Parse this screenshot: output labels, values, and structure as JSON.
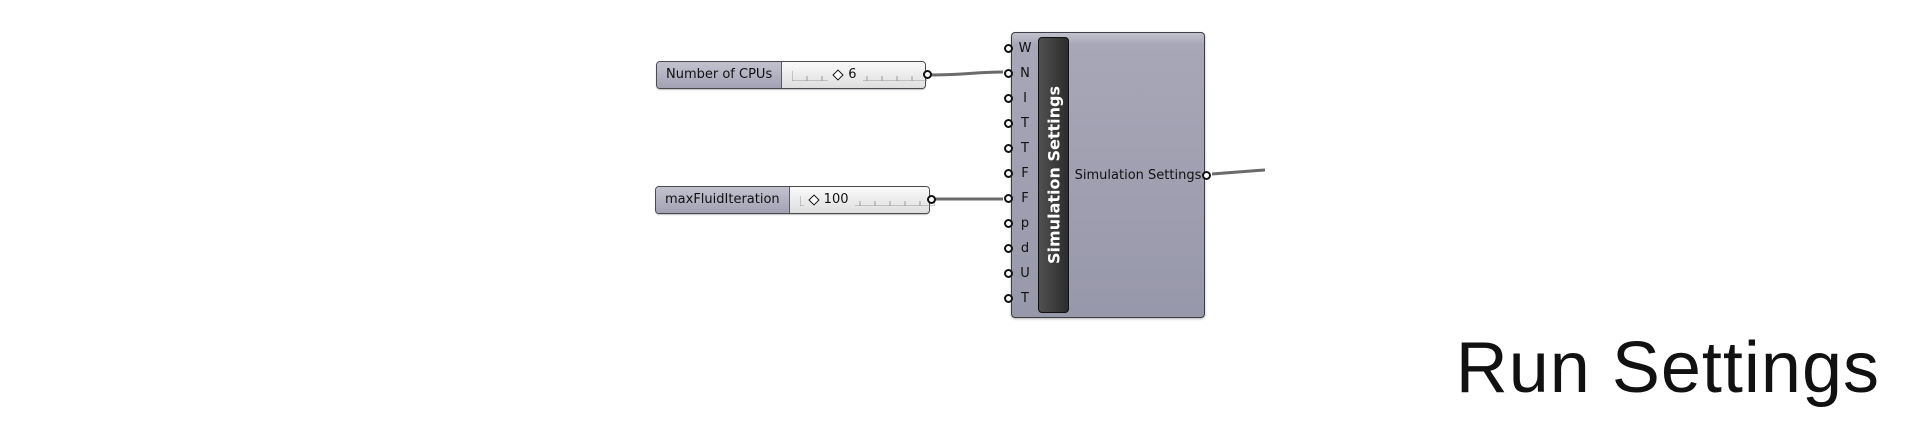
{
  "sliders": [
    {
      "label": "Number of CPUs",
      "value": "6"
    },
    {
      "label": "maxFluidIteration",
      "value": "100"
    }
  ],
  "component": {
    "nickname": "Simulation Settings",
    "inputs": [
      "W",
      "N",
      "I",
      "T",
      "T",
      "F",
      "F",
      "p",
      "d",
      "U",
      "T"
    ],
    "output": "Simulation Settings"
  },
  "caption": "Run Settings",
  "colors": {
    "wire": "#6b6b6b",
    "component_body": "#9e9eb0",
    "name_bar": "#333333"
  }
}
